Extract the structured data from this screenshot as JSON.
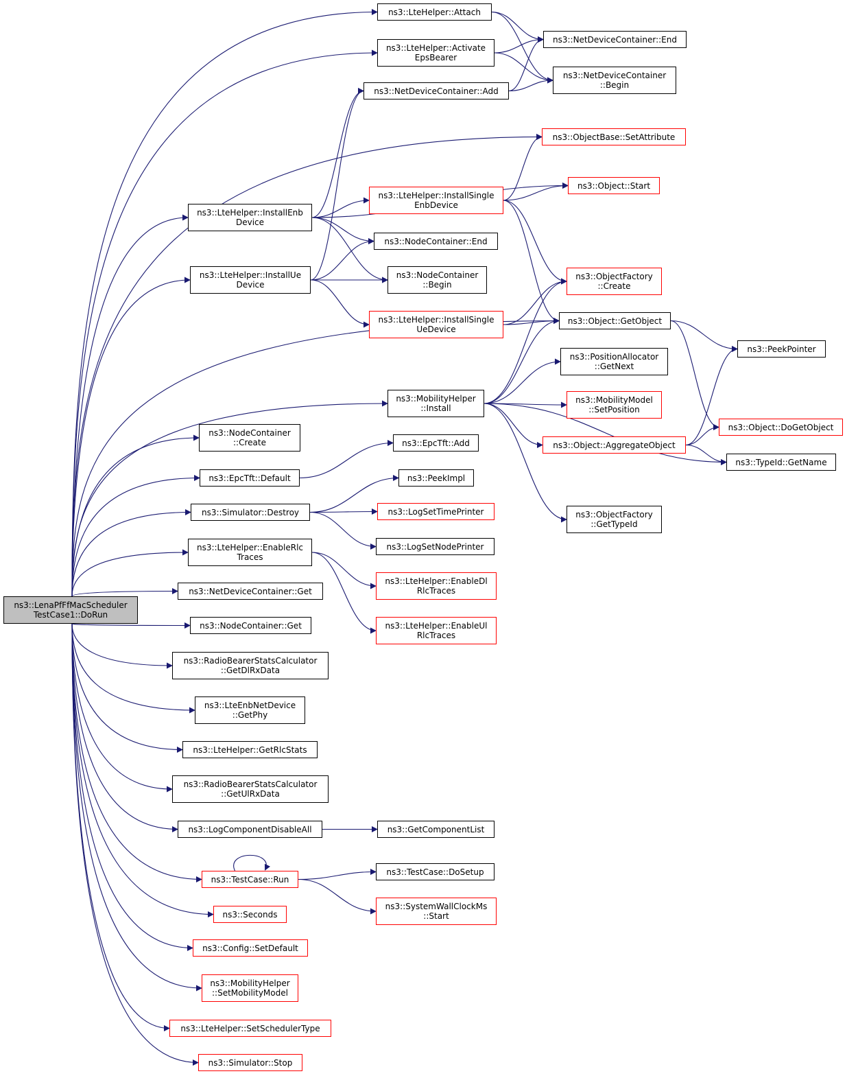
{
  "colors": {
    "edge": "#191970",
    "box_border": "#000000",
    "linked_border": "#ff0000",
    "root_fill": "#bfbfbf",
    "background": "#ffffff"
  },
  "nodes": [
    {
      "id": "root",
      "lines": [
        "ns3::LenaPfFfMacScheduler",
        "TestCase1::DoRun"
      ],
      "style": "root"
    },
    {
      "id": "attach",
      "lines": [
        "ns3::LteHelper::Attach"
      ],
      "style": "black"
    },
    {
      "id": "activate",
      "lines": [
        "ns3::LteHelper::Activate",
        "EpsBearer"
      ],
      "style": "black"
    },
    {
      "id": "ndcadd",
      "lines": [
        "ns3::NetDeviceContainer::Add"
      ],
      "style": "black"
    },
    {
      "id": "ndcend",
      "lines": [
        "ns3::NetDeviceContainer::End"
      ],
      "style": "black"
    },
    {
      "id": "ndcbegin",
      "lines": [
        "ns3::NetDeviceContainer",
        "::Begin"
      ],
      "style": "black"
    },
    {
      "id": "setattr",
      "lines": [
        "ns3::ObjectBase::SetAttribute"
      ],
      "style": "red"
    },
    {
      "id": "objstart",
      "lines": [
        "ns3::Object::Start"
      ],
      "style": "red"
    },
    {
      "id": "installsingleenb",
      "lines": [
        "ns3::LteHelper::InstallSingle",
        "EnbDevice"
      ],
      "style": "red"
    },
    {
      "id": "installenb",
      "lines": [
        "ns3::LteHelper::InstallEnb",
        "Device"
      ],
      "style": "black"
    },
    {
      "id": "ncend",
      "lines": [
        "ns3::NodeContainer::End"
      ],
      "style": "black"
    },
    {
      "id": "installue",
      "lines": [
        "ns3::LteHelper::InstallUe",
        "Device"
      ],
      "style": "black"
    },
    {
      "id": "ncbegin",
      "lines": [
        "ns3::NodeContainer",
        "::Begin"
      ],
      "style": "black"
    },
    {
      "id": "ofcreate",
      "lines": [
        "ns3::ObjectFactory",
        "::Create"
      ],
      "style": "red"
    },
    {
      "id": "installsingleue",
      "lines": [
        "ns3::LteHelper::InstallSingle",
        "UeDevice"
      ],
      "style": "red"
    },
    {
      "id": "getobject",
      "lines": [
        "ns3::Object::GetObject"
      ],
      "style": "black"
    },
    {
      "id": "peekpointer",
      "lines": [
        "ns3::PeekPointer"
      ],
      "style": "black"
    },
    {
      "id": "posalloc",
      "lines": [
        "ns3::PositionAllocator",
        "::GetNext"
      ],
      "style": "black"
    },
    {
      "id": "mobinstall",
      "lines": [
        "ns3::MobilityHelper",
        "::Install"
      ],
      "style": "black"
    },
    {
      "id": "mobsetpos",
      "lines": [
        "ns3::MobilityModel",
        "::SetPosition"
      ],
      "style": "red"
    },
    {
      "id": "aggregate",
      "lines": [
        "ns3::Object::AggregateObject"
      ],
      "style": "red"
    },
    {
      "id": "dogetobject",
      "lines": [
        "ns3::Object::DoGetObject"
      ],
      "style": "red"
    },
    {
      "id": "typeidname",
      "lines": [
        "ns3::TypeId::GetName"
      ],
      "style": "black"
    },
    {
      "id": "ofgettypeid",
      "lines": [
        "ns3::ObjectFactory",
        "::GetTypeId"
      ],
      "style": "black"
    },
    {
      "id": "nccreate",
      "lines": [
        "ns3::NodeContainer",
        "::Create"
      ],
      "style": "black"
    },
    {
      "id": "epctftdefault",
      "lines": [
        "ns3::EpcTft::Default"
      ],
      "style": "black"
    },
    {
      "id": "epctftadd",
      "lines": [
        "ns3::EpcTft::Add"
      ],
      "style": "black"
    },
    {
      "id": "simdestroy",
      "lines": [
        "ns3::Simulator::Destroy"
      ],
      "style": "black"
    },
    {
      "id": "peekimpl",
      "lines": [
        "ns3::PeekImpl"
      ],
      "style": "black"
    },
    {
      "id": "logtimeprinter",
      "lines": [
        "ns3::LogSetTimePrinter"
      ],
      "style": "red"
    },
    {
      "id": "lognodeprinter",
      "lines": [
        "ns3::LogSetNodePrinter"
      ],
      "style": "black"
    },
    {
      "id": "enablerlc",
      "lines": [
        "ns3::LteHelper::EnableRlc",
        "Traces"
      ],
      "style": "black"
    },
    {
      "id": "enabledl",
      "lines": [
        "ns3::LteHelper::EnableDl",
        "RlcTraces"
      ],
      "style": "red"
    },
    {
      "id": "enableul",
      "lines": [
        "ns3::LteHelper::EnableUl",
        "RlcTraces"
      ],
      "style": "red"
    },
    {
      "id": "ndcget",
      "lines": [
        "ns3::NetDeviceContainer::Get"
      ],
      "style": "black"
    },
    {
      "id": "ncget",
      "lines": [
        "ns3::NodeContainer::Get"
      ],
      "style": "black"
    },
    {
      "id": "getdlrx",
      "lines": [
        "ns3::RadioBearerStatsCalculator",
        "::GetDlRxData"
      ],
      "style": "black"
    },
    {
      "id": "getphy",
      "lines": [
        "ns3::LteEnbNetDevice",
        "::GetPhy"
      ],
      "style": "black"
    },
    {
      "id": "getrlcstats",
      "lines": [
        "ns3::LteHelper::GetRlcStats"
      ],
      "style": "black"
    },
    {
      "id": "getulrx",
      "lines": [
        "ns3::RadioBearerStatsCalculator",
        "::GetUlRxData"
      ],
      "style": "black"
    },
    {
      "id": "logdisable",
      "lines": [
        "ns3::LogComponentDisableAll"
      ],
      "style": "black"
    },
    {
      "id": "getcomplist",
      "lines": [
        "ns3::GetComponentList"
      ],
      "style": "black"
    },
    {
      "id": "testrun",
      "lines": [
        "ns3::TestCase::Run"
      ],
      "style": "red"
    },
    {
      "id": "dosetup",
      "lines": [
        "ns3::TestCase::DoSetup"
      ],
      "style": "black"
    },
    {
      "id": "wallclock",
      "lines": [
        "ns3::SystemWallClockMs",
        "::Start"
      ],
      "style": "red"
    },
    {
      "id": "seconds",
      "lines": [
        "ns3::Seconds"
      ],
      "style": "red"
    },
    {
      "id": "setdefault",
      "lines": [
        "ns3::Config::SetDefault"
      ],
      "style": "red"
    },
    {
      "id": "setmobmodel",
      "lines": [
        "ns3::MobilityHelper",
        "::SetMobilityModel"
      ],
      "style": "red"
    },
    {
      "id": "setsched",
      "lines": [
        "ns3::LteHelper::SetSchedulerType"
      ],
      "style": "red"
    },
    {
      "id": "simstop",
      "lines": [
        "ns3::Simulator::Stop"
      ],
      "style": "red"
    }
  ],
  "edges": [
    [
      "root",
      "attach"
    ],
    [
      "root",
      "activate"
    ],
    [
      "root",
      "setattr"
    ],
    [
      "root",
      "installenb"
    ],
    [
      "root",
      "installue"
    ],
    [
      "root",
      "getobject"
    ],
    [
      "root",
      "mobinstall"
    ],
    [
      "root",
      "nccreate"
    ],
    [
      "root",
      "epctftdefault"
    ],
    [
      "root",
      "simdestroy"
    ],
    [
      "root",
      "enablerlc"
    ],
    [
      "root",
      "ndcget"
    ],
    [
      "root",
      "ncget"
    ],
    [
      "root",
      "getdlrx"
    ],
    [
      "root",
      "getphy"
    ],
    [
      "root",
      "getrlcstats"
    ],
    [
      "root",
      "getulrx"
    ],
    [
      "root",
      "logdisable"
    ],
    [
      "root",
      "testrun"
    ],
    [
      "root",
      "seconds"
    ],
    [
      "root",
      "setdefault"
    ],
    [
      "root",
      "setmobmodel"
    ],
    [
      "root",
      "setsched"
    ],
    [
      "root",
      "simstop"
    ],
    [
      "attach",
      "ndcend"
    ],
    [
      "attach",
      "ndcbegin"
    ],
    [
      "activate",
      "ndcend"
    ],
    [
      "activate",
      "ndcbegin"
    ],
    [
      "ndcadd",
      "ndcend"
    ],
    [
      "ndcadd",
      "ndcbegin"
    ],
    [
      "installenb",
      "ndcadd"
    ],
    [
      "installenb",
      "objstart"
    ],
    [
      "installenb",
      "installsingleenb"
    ],
    [
      "installenb",
      "ncend"
    ],
    [
      "installenb",
      "ncbegin"
    ],
    [
      "installsingleenb",
      "setattr"
    ],
    [
      "installsingleenb",
      "objstart"
    ],
    [
      "installsingleenb",
      "ofcreate"
    ],
    [
      "installsingleenb",
      "getobject"
    ],
    [
      "installue",
      "ndcadd"
    ],
    [
      "installue",
      "ncend"
    ],
    [
      "installue",
      "ncbegin"
    ],
    [
      "installue",
      "installsingleue"
    ],
    [
      "installsingleue",
      "ofcreate"
    ],
    [
      "installsingleue",
      "getobject"
    ],
    [
      "getobject",
      "peekpointer"
    ],
    [
      "getobject",
      "dogetobject"
    ],
    [
      "mobinstall",
      "ofcreate"
    ],
    [
      "mobinstall",
      "getobject"
    ],
    [
      "mobinstall",
      "posalloc"
    ],
    [
      "mobinstall",
      "mobsetpos"
    ],
    [
      "mobinstall",
      "aggregate"
    ],
    [
      "mobinstall",
      "typeidname"
    ],
    [
      "mobinstall",
      "ofgettypeid"
    ],
    [
      "aggregate",
      "peekpointer"
    ],
    [
      "aggregate",
      "dogetobject"
    ],
    [
      "aggregate",
      "typeidname"
    ],
    [
      "epctftdefault",
      "epctftadd"
    ],
    [
      "simdestroy",
      "peekimpl"
    ],
    [
      "simdestroy",
      "logtimeprinter"
    ],
    [
      "simdestroy",
      "lognodeprinter"
    ],
    [
      "enablerlc",
      "enabledl"
    ],
    [
      "enablerlc",
      "enableul"
    ],
    [
      "logdisable",
      "getcomplist"
    ],
    [
      "testrun",
      "testrun"
    ],
    [
      "testrun",
      "dosetup"
    ],
    [
      "testrun",
      "wallclock"
    ]
  ]
}
